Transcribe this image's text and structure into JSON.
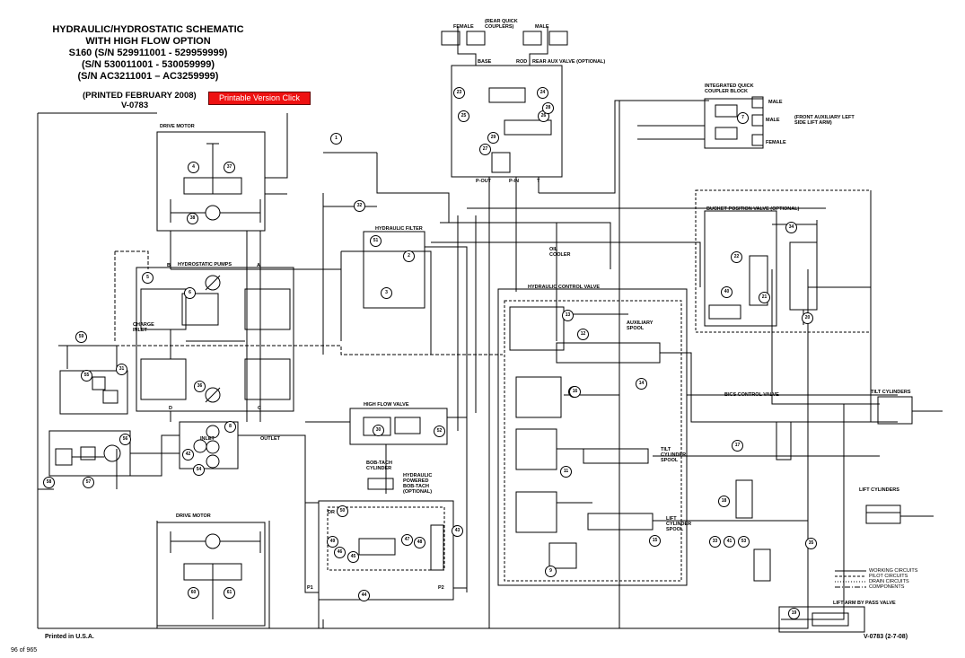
{
  "title_lines": [
    "HYDRAULIC/HYDROSTATIC SCHEMATIC",
    "WITH HIGH FLOW OPTION",
    "S160 (S/N 529911001 - 529959999)",
    "(S/N 530011001 - 530059999)",
    "(S/N AC3211001 – AC3259999)"
  ],
  "printed": "(PRINTED FEBRUARY 2008)",
  "code": "V-0783",
  "printable_button": "Printable Version Click Here",
  "footer": {
    "printed_in": "Printed in U.S.A.",
    "page": "96 of 965",
    "code_date": "V-0783 (2-7-08)"
  },
  "labels": {
    "drive_motor_top": "DRIVE MOTOR",
    "drive_motor_bottom": "DRIVE MOTOR",
    "hydrostatic_pumps": "HYDROSTATIC PUMPS",
    "charge_inlet": "CHARGE INLET",
    "hydraulic_filter": "HYDRAULIC FILTER",
    "oil_cooler": "OIL COOLER",
    "rear_quick_couplers": "(REAR QUICK COUPLERS)",
    "female": "FEMALE",
    "male": "MALE",
    "base": "BASE",
    "rod": "ROD",
    "rear_aux_valve": "REAR AUX VALVE (OPTIONAL)",
    "p_out": "P-OUT",
    "p_in": "P-IN",
    "t": "T",
    "integrated_quick_coupler": "INTEGRATED QUICK COUPLER BLOCK",
    "front_aux": "(FRONT AUXILIARY LEFT SIDE LIFT ARM)",
    "male_1": "MALE",
    "male_2": "MALE",
    "female_2": "FEMALE",
    "bucket_position_valve": "BUCKET POSITION VALVE (OPTIONAL)",
    "hydraulic_control_valve": "HYDRAULIC CONTROL VALVE",
    "auxiliary_spool": "AUXILIARY SPOOL",
    "bics_control_valve": "BICS CONTROL VALVE",
    "tilt_cylinders": "TILT CYLINDERS",
    "tilt_cylinder_spool": "TILT CYLINDER SPOOL",
    "lift_cylinders": "LIFT CYLINDERS",
    "lift_cylinder_spool": "LIFT CYLINDER SPOOL",
    "high_flow_valve": "HIGH FLOW VALVE",
    "inlet": "INLET",
    "outlet": "OUTLET",
    "bob_tach_cylinder": "BOB-TACH CYLINDER",
    "hydraulic_powered_bobtach": "HYDRAULIC POWERED BOB-TACH (OPTIONAL)",
    "lift_arm_bypass": "LIFT ARM BY PASS VALVE",
    "port_a": "A",
    "port_b": "B",
    "port_c": "C",
    "port_d": "D",
    "p1": "P1",
    "p2": "P2",
    "dr": "DR"
  },
  "legend": [
    "WORKING CIRCUITS",
    "PILOT CIRCUITS",
    "DRAIN CIRCUITS",
    "COMPONENTS"
  ],
  "callouts": [
    "1",
    "2",
    "3",
    "4",
    "5",
    "6",
    "7",
    "8",
    "9",
    "10",
    "11",
    "12",
    "13",
    "14",
    "15",
    "16",
    "17",
    "18",
    "19",
    "20",
    "21",
    "22",
    "23",
    "24",
    "25",
    "26",
    "27",
    "28",
    "29",
    "30",
    "31",
    "32",
    "33",
    "34",
    "35",
    "36",
    "37",
    "38",
    "40",
    "41",
    "42",
    "43",
    "44",
    "45",
    "46",
    "47",
    "48",
    "49",
    "50",
    "51",
    "52",
    "53",
    "54",
    "55",
    "56",
    "57",
    "58",
    "59",
    "60",
    "61"
  ]
}
